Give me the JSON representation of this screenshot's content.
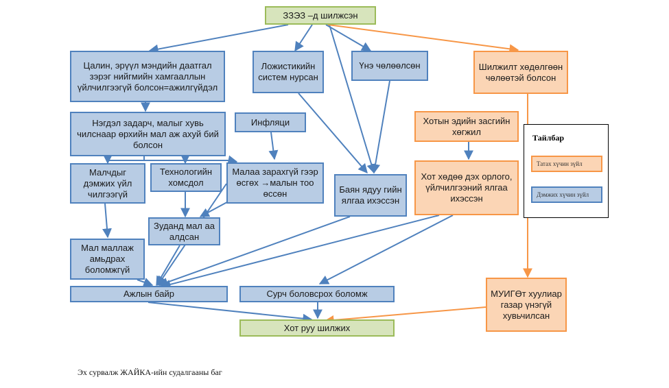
{
  "nodes": {
    "top": "ЗЗЭЗ –д шилжсэн",
    "salary": "Цалин, эрүүл мэндийн даатгал зэрэг нийгмийн хамгааллын үйлчилгээгүй болсон=ажилгүйдэл",
    "logistics": "Ложистикийн систем нурсан",
    "prices": "Үнэ чөлөөлсөн",
    "migration_free": "Шилжилт хөдөлгөөн чөлөөтэй болсон",
    "collective": "Нэгдэл задарч, малыг хувь чилснаар өрхийн мал аж ахуй бий болсон",
    "inflation": "Инфляци",
    "city_econ": "Хотын эдийн засгийн хөгжил",
    "herder_support": "Малчдыг дэмжих үйл чилгээгүй",
    "technology": "Технологийн хомсдол",
    "livestock_growth": "Малаа зарахгүй гээр өсгөх →малын тоо өссөн",
    "rich_poor": "Баян ядуу гийн ялгаа ихэссэн",
    "urban_rural": "Хот хөдөө дэх орлого, үйлчилгээний ялгаа ихэссэн",
    "dzud": "Зуданд мал аа алдсан",
    "cannot_live": "Мал маллаж амьдрах боломжгүй",
    "jobs": "Ажлын байр",
    "education": "Сурч боловсрох боломж",
    "land_law": "МУИГӨт хуулиар газар үнэгүй хувьчилсан",
    "bottom": "Хот руу шилжих"
  },
  "legend": {
    "title": "Тайлбар",
    "pull": "Татах хүчин зүйл",
    "push": "Дэмжих хүчин зүйл"
  },
  "colors": {
    "push_fill": "#b8cce4",
    "push_border": "#4f81bd",
    "pull_fill": "#fbd5b5",
    "pull_border": "#f79646",
    "main_fill": "#d7e4bc",
    "main_border": "#9bbb59"
  },
  "source": "Эх сурвалж ЖАЙКА-ийн судалгааны баг"
}
